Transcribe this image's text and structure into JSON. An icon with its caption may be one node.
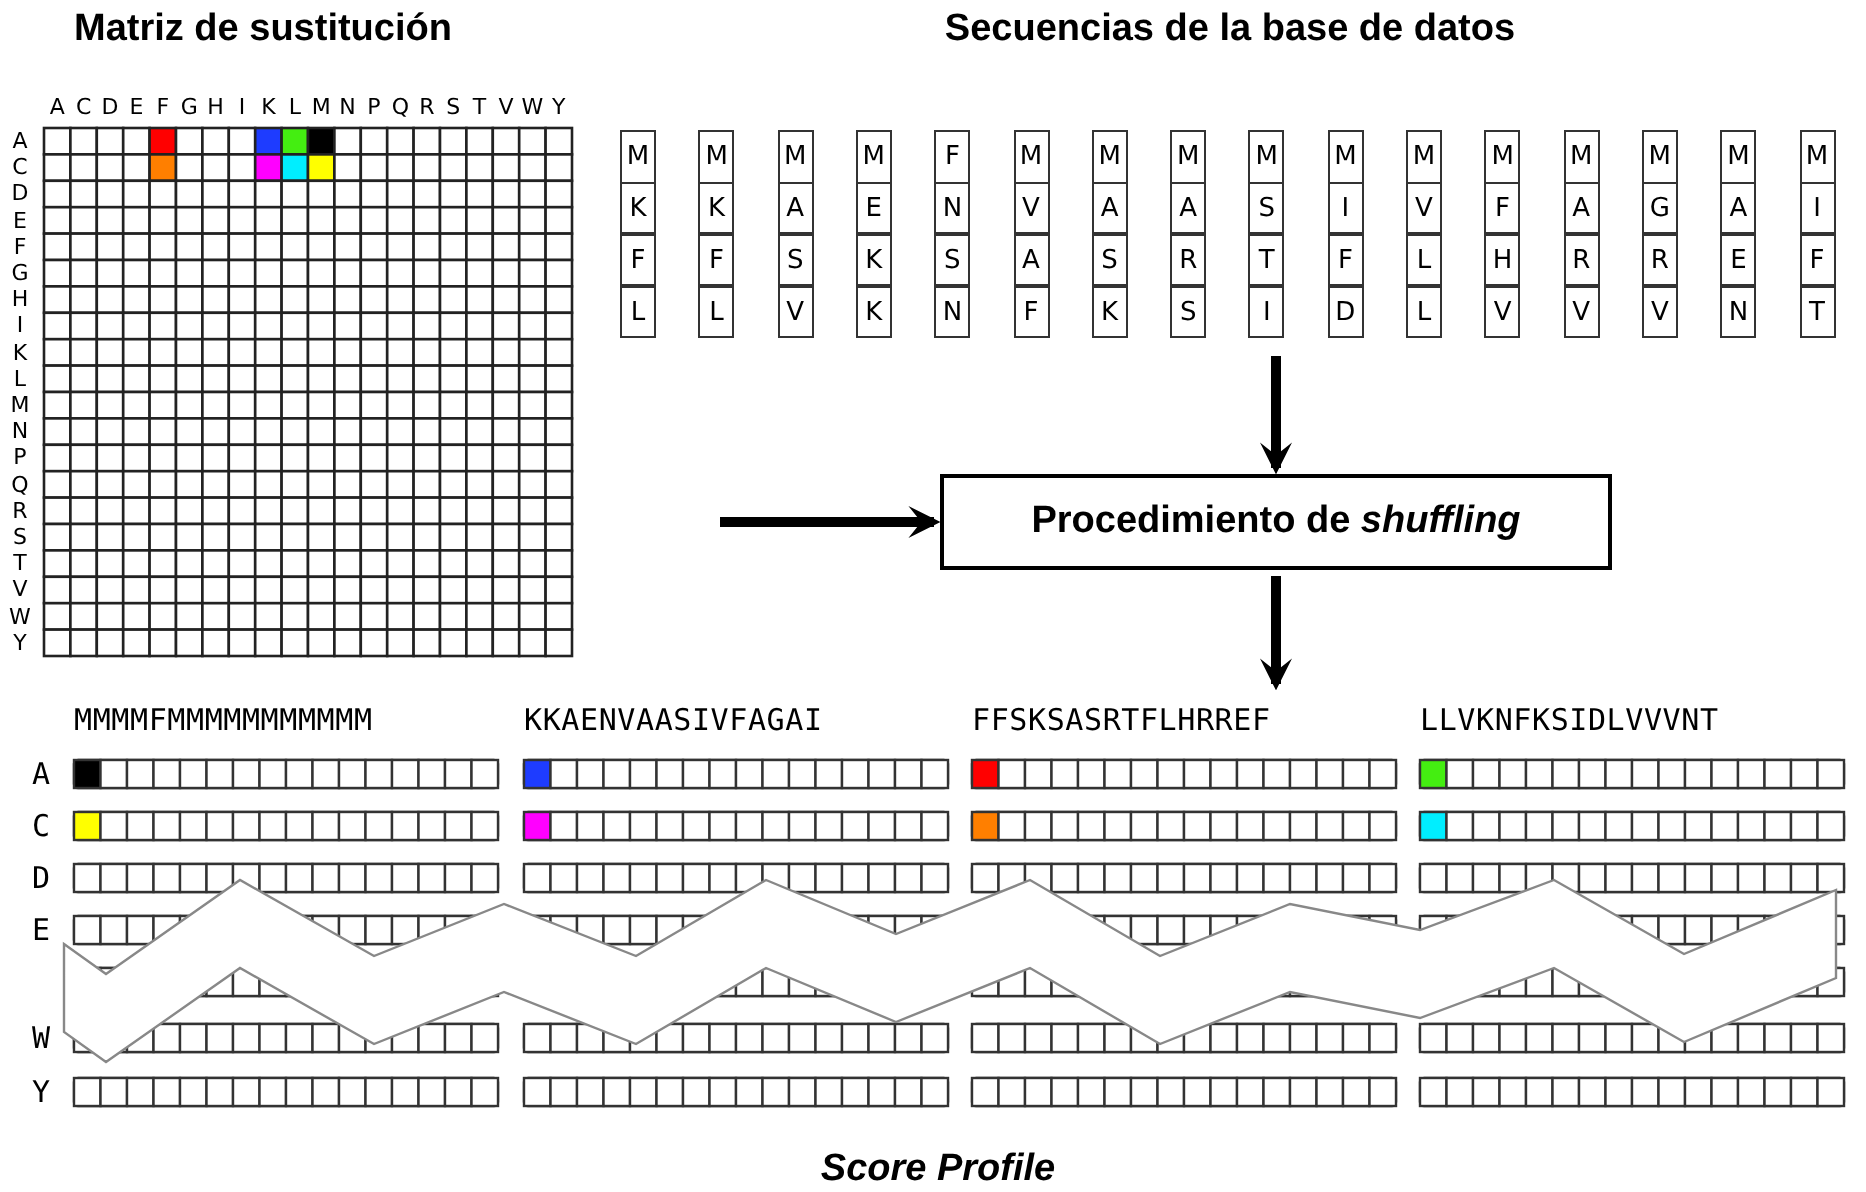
{
  "diagram": {
    "nodes": [
      {
        "text": [
          "Matriz de sustitución"
        ]
      },
      {
        "text": [
          "Secuencias de la base de datos"
        ]
      },
      {
        "text": [
          "Procedimiento de *shuffling*"
        ]
      },
      {
        "text": [
          "Score Profile"
        ]
      }
    ],
    "edges": [
      {
        "from": 1,
        "to": 2,
        "arrow": "to"
      },
      {
        "from": null,
        "to": 2,
        "arrow": "to"
      },
      {
        "from": 2,
        "to": 3,
        "arrow": "to"
      }
    ],
    "labels": [
      "A",
      "C",
      "D",
      "E",
      "F",
      "G",
      "H",
      "I",
      "K",
      "L",
      "M",
      "N",
      "P",
      "Q",
      "R",
      "S",
      "T",
      "V",
      "W",
      "Y",
      "A",
      "C",
      "D",
      "E",
      "F",
      "G",
      "H",
      "I",
      "K",
      "L",
      "M",
      "N",
      "P",
      "Q",
      "R",
      "S",
      "T",
      "V",
      "W",
      "Y",
      "M",
      "M",
      "M",
      "M",
      "F",
      "M",
      "M",
      "M",
      "M",
      "M",
      "M",
      "M",
      "M",
      "M",
      "M",
      "M",
      "K",
      "K",
      "A",
      "E",
      "N",
      "V",
      "A",
      "A",
      "S",
      "I",
      "V",
      "F",
      "A",
      "G",
      "A",
      "I",
      "F",
      "F",
      "S",
      "K",
      "S",
      "A",
      "S",
      "R",
      "T",
      "F",
      "L",
      "H",
      "R",
      "R",
      "E",
      "F",
      "L",
      "L",
      "V",
      "K",
      "N",
      "F",
      "K",
      "S",
      "I",
      "D",
      "L",
      "V",
      "V",
      "V",
      "N",
      "T",
      "MMMMFMMMMMMMMMMM",
      "KKAENVAASIVFAGAI",
      "FFSKSASRTFLHRREF",
      "LLVKNFKSIDLVVVNT",
      "A",
      "C",
      "D",
      "E",
      "W",
      "Y"
    ]
  }
}
